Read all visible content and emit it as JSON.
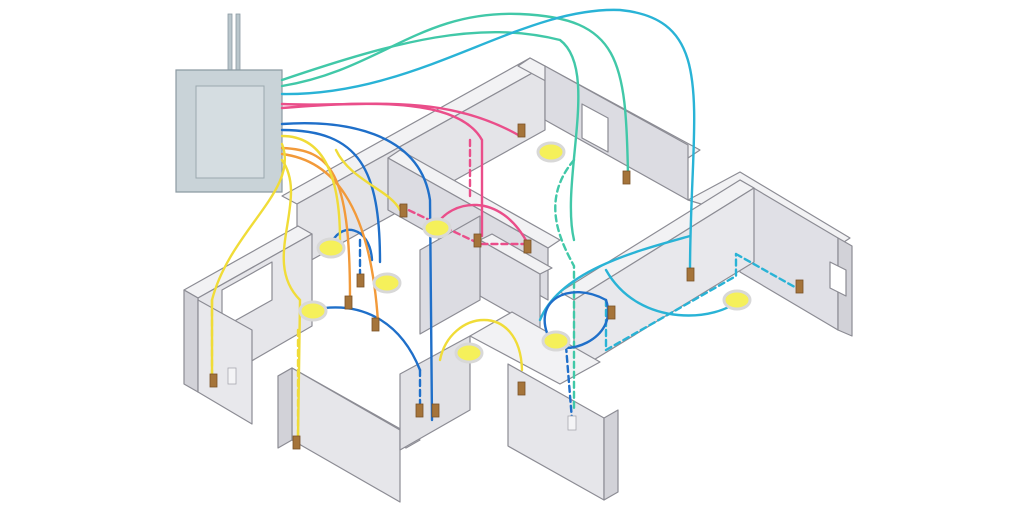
{
  "diagram": {
    "colors": {
      "background": "#ffffff",
      "wall_top": "#f2f2f4",
      "wall_face": "#e4e4e8",
      "wall_side": "#d2d2d8",
      "wall_edge": "#8c8c94",
      "panel": "#c9d3d8",
      "panel_door": "#d5dde1",
      "outlet": "#a5743a",
      "light": "#f5f05a",
      "wire_teal": "#41c8a8",
      "wire_cyan": "#29b3d6",
      "wire_blue": "#1f6fc9",
      "wire_pink": "#ea4e8a",
      "wire_orange": "#f29a3a",
      "wire_yellow": "#f0dc38"
    },
    "components": {
      "panel": "electrical-panel",
      "light": "ceiling-light-fixture",
      "outlet": "wall-outlet",
      "switch": "wall-switch"
    }
  }
}
